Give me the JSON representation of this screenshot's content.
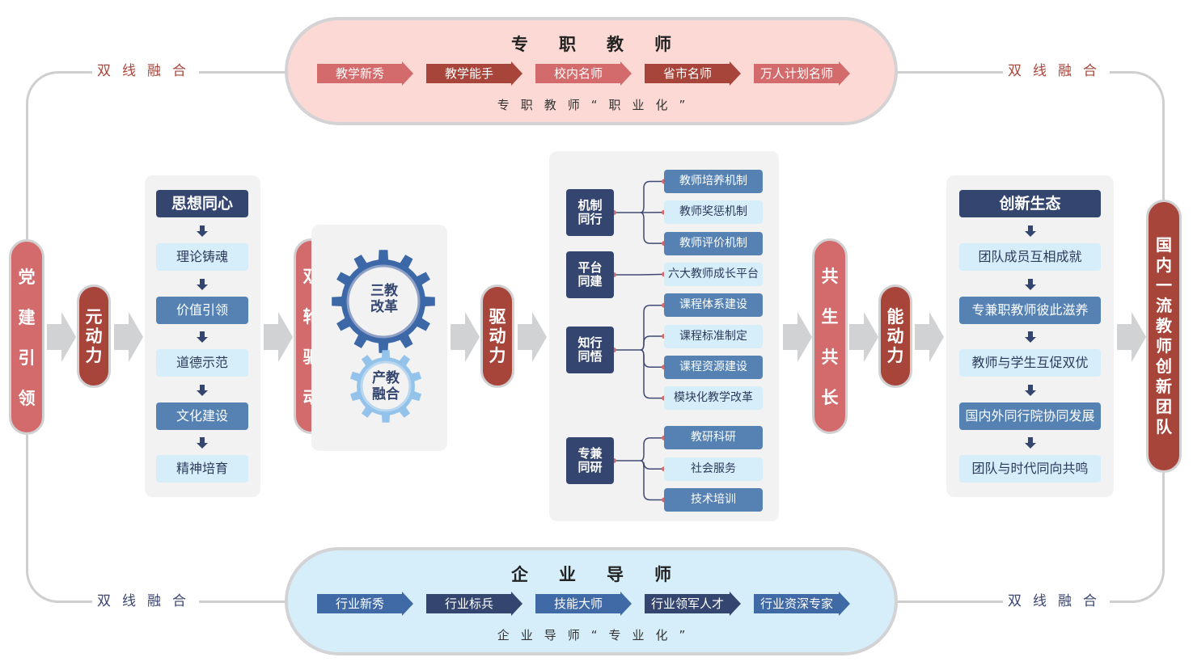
{
  "fusion_label": "双线融合",
  "top_capsule": {
    "title": "专职教师",
    "steps": [
      "教学新秀",
      "教学能手",
      "校内名师",
      "省市名师",
      "万人计划名师"
    ],
    "subtitle": "专职教师“职业化”"
  },
  "bottom_capsule": {
    "title": "企业导师",
    "steps": [
      "行业新秀",
      "行业标兵",
      "技能大师",
      "行业领军人才",
      "行业资深专家"
    ],
    "subtitle": "企业导师“专业化”"
  },
  "flow": {
    "party": "党建引领",
    "motive1": "元动力",
    "thought": {
      "header": "思想同心",
      "items": [
        "理论铸魂",
        "价值引领",
        "道德示范",
        "文化建设",
        "精神培育"
      ]
    },
    "dual": "双轮驱动",
    "gears": {
      "big": "三教改革",
      "small": "产教融合"
    },
    "motive2": "驱动力",
    "tree": [
      {
        "node": "机制同行",
        "leaves": [
          "教师培养机制",
          "教师奖惩机制",
          "教师评价机制"
        ]
      },
      {
        "node": "平台同建",
        "leaves": [
          "六大教师成长平台"
        ]
      },
      {
        "node": "知行同悟",
        "leaves": [
          "课程体系建设",
          "课程标准制定",
          "课程资源建设",
          "模块化教学改革"
        ]
      },
      {
        "node": "专兼同研",
        "leaves": [
          "教研科研",
          "社会服务",
          "技术培训"
        ]
      }
    ],
    "cogrow": "共生共长",
    "motive3": "能动力",
    "ecology": {
      "header": "创新生态",
      "items": [
        "团队成员互相成就",
        "专兼职教师彼此滋养",
        "教师与学生互促双优",
        "国内外同行院协同发展",
        "团队与时代同向共鸣"
      ]
    },
    "goal": "国内一流教师创新团队"
  },
  "colors": {
    "pink": "#d36b6c",
    "dark_red": "#a8453a",
    "navy": "#34466f",
    "mid_blue": "#5582b3",
    "light_blue": "#d5eefa",
    "top_bg": "#fcd9d4",
    "bottom_bg": "#d5eefa",
    "bottom_arrow_a": "#3f6aa6",
    "bottom_arrow_b": "#34466f"
  }
}
